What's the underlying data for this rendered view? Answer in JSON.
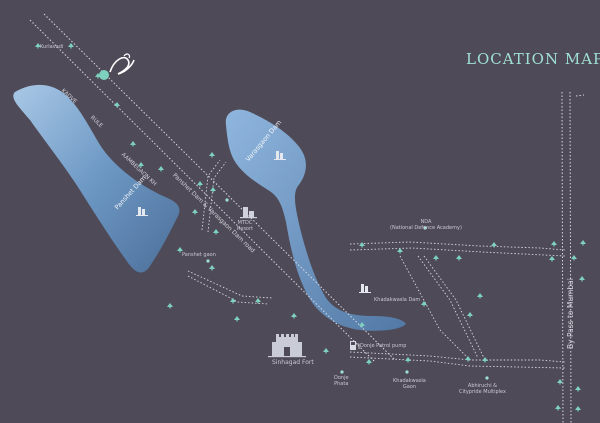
{
  "title": "LOCATION MAP",
  "labels": {
    "kurlavadi": "Kurlavadi",
    "panshet_dam": "Panshet Dam",
    "varasgaon_dam": "Varasgaon Dam",
    "mtdc_resort": "MTDC\nResort",
    "panshet_gaon": "Panshet gaon",
    "nda": "NDA\n(National Defence Academy)",
    "khadakwasla_dam": "Khadakwasla Dam",
    "donje_petrol_pump": "Donje Petrol pump",
    "sinhagad_fort": "Sinhagad Fort",
    "donje_phata": "Donje\nPhata",
    "khadakwasla_gaon": "Khadakwasla\nGaon",
    "abhiruchi": "Abhiruchi &\nCitypride Multiplex",
    "bypass": "By Pass to Mumbai",
    "road_main": "Panshet Dam & Varasgaon Dam road",
    "kadve": "KADVE",
    "rule": "RULE",
    "aambegaon": "AAMBEGAON KH"
  },
  "colors": {
    "background": "#4f4a57",
    "water": "#6f9cc6",
    "accent": "#9fe0d4",
    "road_dots": "#d8d8e2"
  },
  "icons": [
    "swan-logo-icon",
    "dam-building-icon",
    "resort-building-icon",
    "fort-icon",
    "petrol-pump-icon",
    "tree-icon",
    "location-dot-icon"
  ]
}
